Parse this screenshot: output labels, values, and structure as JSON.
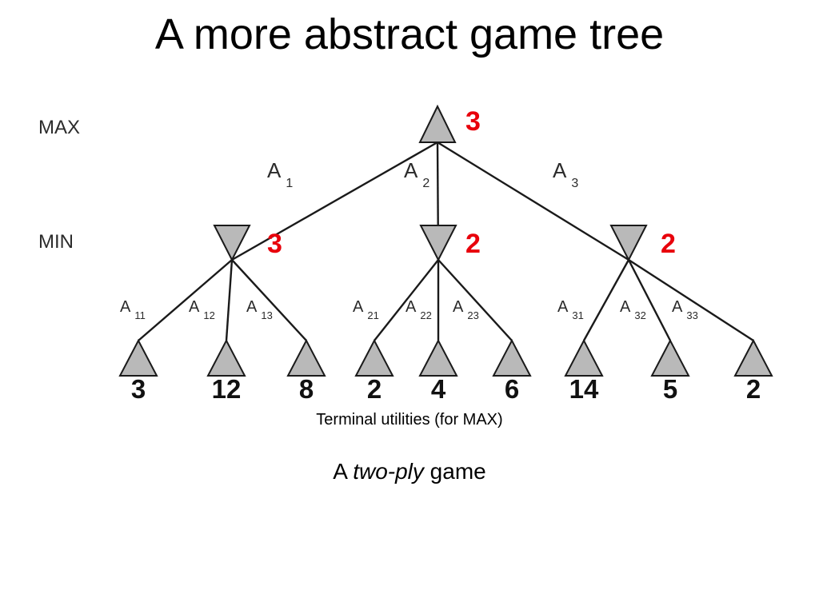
{
  "title": "A more abstract game tree",
  "levels": {
    "max": "MAX",
    "min": "MIN"
  },
  "root": {
    "value": "3"
  },
  "min_nodes": [
    {
      "action": "A",
      "action_sub": "1",
      "value": "3"
    },
    {
      "action": "A",
      "action_sub": "2",
      "value": "2"
    },
    {
      "action": "A",
      "action_sub": "3",
      "value": "2"
    }
  ],
  "leaves": [
    {
      "action": "A",
      "action_sub": "11",
      "utility": "3"
    },
    {
      "action": "A",
      "action_sub": "12",
      "utility": "12"
    },
    {
      "action": "A",
      "action_sub": "13",
      "utility": "8"
    },
    {
      "action": "A",
      "action_sub": "21",
      "utility": "2"
    },
    {
      "action": "A",
      "action_sub": "22",
      "utility": "4"
    },
    {
      "action": "A",
      "action_sub": "23",
      "utility": "6"
    },
    {
      "action": "A",
      "action_sub": "31",
      "utility": "14"
    },
    {
      "action": "A",
      "action_sub": "32",
      "utility": "5"
    },
    {
      "action": "A",
      "action_sub": "33",
      "utility": "2"
    }
  ],
  "caption": "Terminal utilities (for MAX)",
  "subtitle": {
    "prefix": "A",
    "emphasis": "two-ply",
    "suffix": "game"
  },
  "colors": {
    "node_fill": "#b9b9b9",
    "value_color": "#e8000b",
    "line": "#1a1a1a"
  }
}
